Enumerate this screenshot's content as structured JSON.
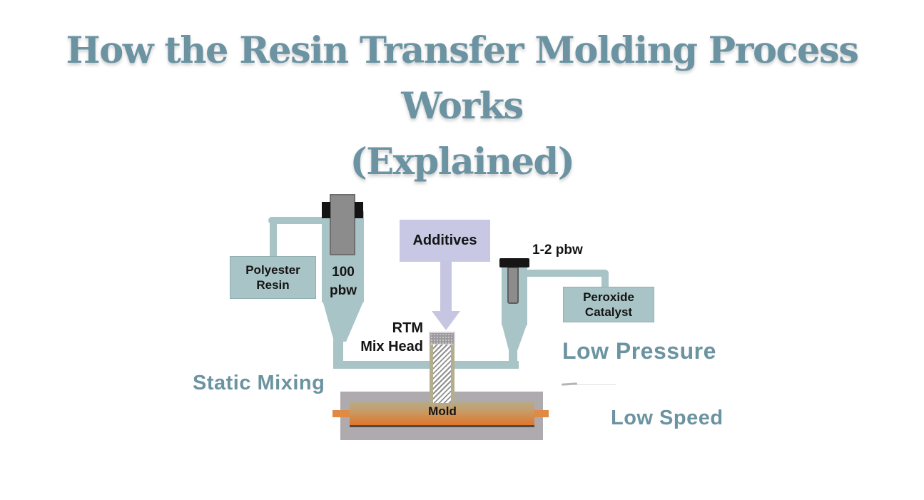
{
  "title": {
    "line1": "How the Resin Transfer Molding Process Works",
    "line2": "(Explained)"
  },
  "diagram": {
    "boxes": {
      "polyester_resin": "Polyester Resin",
      "additives": "Additives",
      "peroxide_catalyst": "Peroxide Catalyst"
    },
    "labels": {
      "resin_ratio": "100 pbw",
      "catalyst_ratio": "1-2 pbw",
      "mix_head_line1": "RTM",
      "mix_head_line2": "Mix Head",
      "mold": "Mold",
      "static_mixing": "Static Mixing",
      "low_pressure": "Low Pressure",
      "low_speed": "Low Speed"
    },
    "colors": {
      "title_text": "#6b93a2",
      "teal_caption_text": "#6b93a0",
      "diagram_teal_fill": "#a9c4c6",
      "lavender_fill": "#c8c8e4",
      "mold_orange": "#e0752f",
      "olive": "#b3ae8c",
      "mold_gray": "#aeaaae",
      "label_black": "#141414"
    }
  }
}
